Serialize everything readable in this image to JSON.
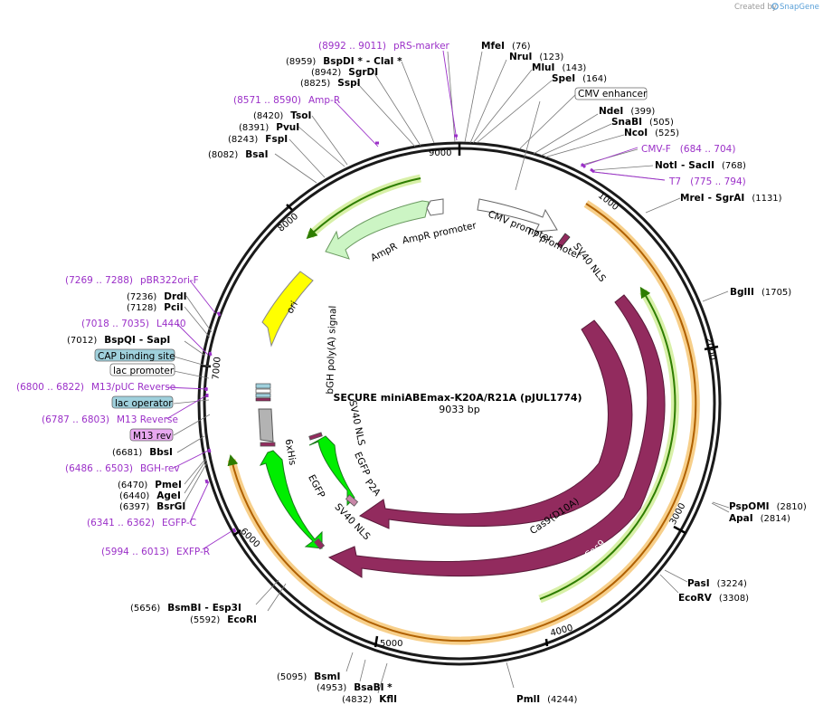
{
  "credit": {
    "prefix": "Created by",
    "brand": "SnapGene"
  },
  "map": {
    "title": "SECURE miniABEmax-K20A/R21A (pJUL1774)",
    "length_label": "9033 bp",
    "ticks": [
      "1000",
      "2000",
      "3000",
      "4000",
      "5000",
      "6000",
      "7000",
      "8000",
      "9000"
    ]
  },
  "sites": [
    {
      "name": "MfeI",
      "pos": "(76)"
    },
    {
      "name": "NruI",
      "pos": "(123)"
    },
    {
      "name": "MluI",
      "pos": "(143)"
    },
    {
      "name": "SpeI",
      "pos": "(164)"
    },
    {
      "name": "NdeI",
      "pos": "(399)"
    },
    {
      "name": "SnaBI",
      "pos": "(505)"
    },
    {
      "name": "NcoI",
      "pos": "(525)"
    },
    {
      "name": "NotI",
      "name2": "SacII",
      "pos": "(768)"
    },
    {
      "name": "MreI",
      "name2": "SgrAI",
      "pos": "(1131)"
    },
    {
      "name": "BglII",
      "pos": "(1705)"
    },
    {
      "name": "PspOMI",
      "pos": "(2810)"
    },
    {
      "name": "ApaI",
      "pos": "(2814)"
    },
    {
      "name": "PasI",
      "pos": "(3224)"
    },
    {
      "name": "EcoRV",
      "pos": "(3308)"
    },
    {
      "name": "PmlI",
      "pos": "(4244)"
    },
    {
      "name": "KflI",
      "pos": "(4832)"
    },
    {
      "name": "BsaBI *",
      "pos": "(4953)"
    },
    {
      "name": "BsmI",
      "pos": "(5095)"
    },
    {
      "name": "EcoRI",
      "pos": "(5592)"
    },
    {
      "name": "BsmBI",
      "name2": "Esp3I",
      "pos": "(5656)"
    },
    {
      "name": "BsrGI",
      "pos": "(6397)"
    },
    {
      "name": "AgeI",
      "pos": "(6440)"
    },
    {
      "name": "PmeI",
      "pos": "(6470)"
    },
    {
      "name": "BbsI",
      "pos": "(6681)"
    },
    {
      "name": "BspQI",
      "name2": "SapI",
      "pos": "(7012)"
    },
    {
      "name": "PciI",
      "pos": "(7128)"
    },
    {
      "name": "DrdI",
      "pos": "(7236)"
    },
    {
      "name": "BsaI",
      "pos": "(8082)"
    },
    {
      "name": "FspI",
      "pos": "(8243)"
    },
    {
      "name": "PvuI",
      "pos": "(8391)"
    },
    {
      "name": "TsoI",
      "pos": "(8420)"
    },
    {
      "name": "SspI",
      "pos": "(8825)"
    },
    {
      "name": "SgrDI",
      "pos": "(8942)"
    },
    {
      "name": "BspDI *",
      "name2": "ClaI *",
      "pos": "(8959)"
    }
  ],
  "primers": [
    {
      "name": "pRS-marker",
      "pos": "(8992 .. 9011)"
    },
    {
      "name": "Amp-R",
      "pos": "(8571 .. 8590)"
    },
    {
      "name": "CMV-F",
      "pos": "(684 .. 704)"
    },
    {
      "name": "T7",
      "pos": "(775 .. 794)"
    },
    {
      "name": "pBR322ori-F",
      "pos": "(7269 .. 7288)"
    },
    {
      "name": "L4440",
      "pos": "(7018 .. 7035)"
    },
    {
      "name": "M13/pUC Reverse",
      "pos": "(6800 .. 6822)"
    },
    {
      "name": "M13 Reverse",
      "pos": "(6787 .. 6803)"
    },
    {
      "name": "BGH-rev",
      "pos": "(6486 .. 6503)"
    },
    {
      "name": "EGFP-C",
      "pos": "(6341 .. 6362)"
    },
    {
      "name": "EXFP-R",
      "pos": "(5994 .. 6013)"
    }
  ],
  "boxed": [
    {
      "label": "CMV enhancer",
      "fill": "#ffffff"
    },
    {
      "label": "CAP binding site",
      "fill": "#9fd0dc"
    },
    {
      "label": "lac promoter",
      "fill": "#ffffff"
    },
    {
      "label": "lac operator",
      "fill": "#9fd0dc"
    },
    {
      "label": "M13 rev",
      "fill": "#e8a8f0"
    }
  ],
  "features": {
    "ampr": "AmpR",
    "ampr_promoter": "AmpR promoter",
    "cmv_promoter": "CMV promoter",
    "t7_promoter": "T7 promoter",
    "sv40_nls_top": "SV40 NLS",
    "ori": "ori",
    "bgh": "bGH poly(A) signal",
    "his": "6xHis",
    "sv40_nls_mid": "SV40 NLS",
    "egfp_inner": "EGFP",
    "p2a": "P2A",
    "egfp_outer": "EGFP",
    "sv40_nls_bottom": "SV40 NLS",
    "cas9_d10a": "Cas9(D10A)",
    "cas9": "Cas9"
  },
  "colors": {
    "backbone": "#1a1a1a",
    "primer": "#9b30c8",
    "ampr": "#ccf5c4",
    "ori": "#ffff00",
    "egfp": "#00ee00",
    "cas9": "#922b5e",
    "orf_green": "#2e8b00",
    "orf_orange": "#f2b050",
    "bgh": "#b3b3b3"
  }
}
